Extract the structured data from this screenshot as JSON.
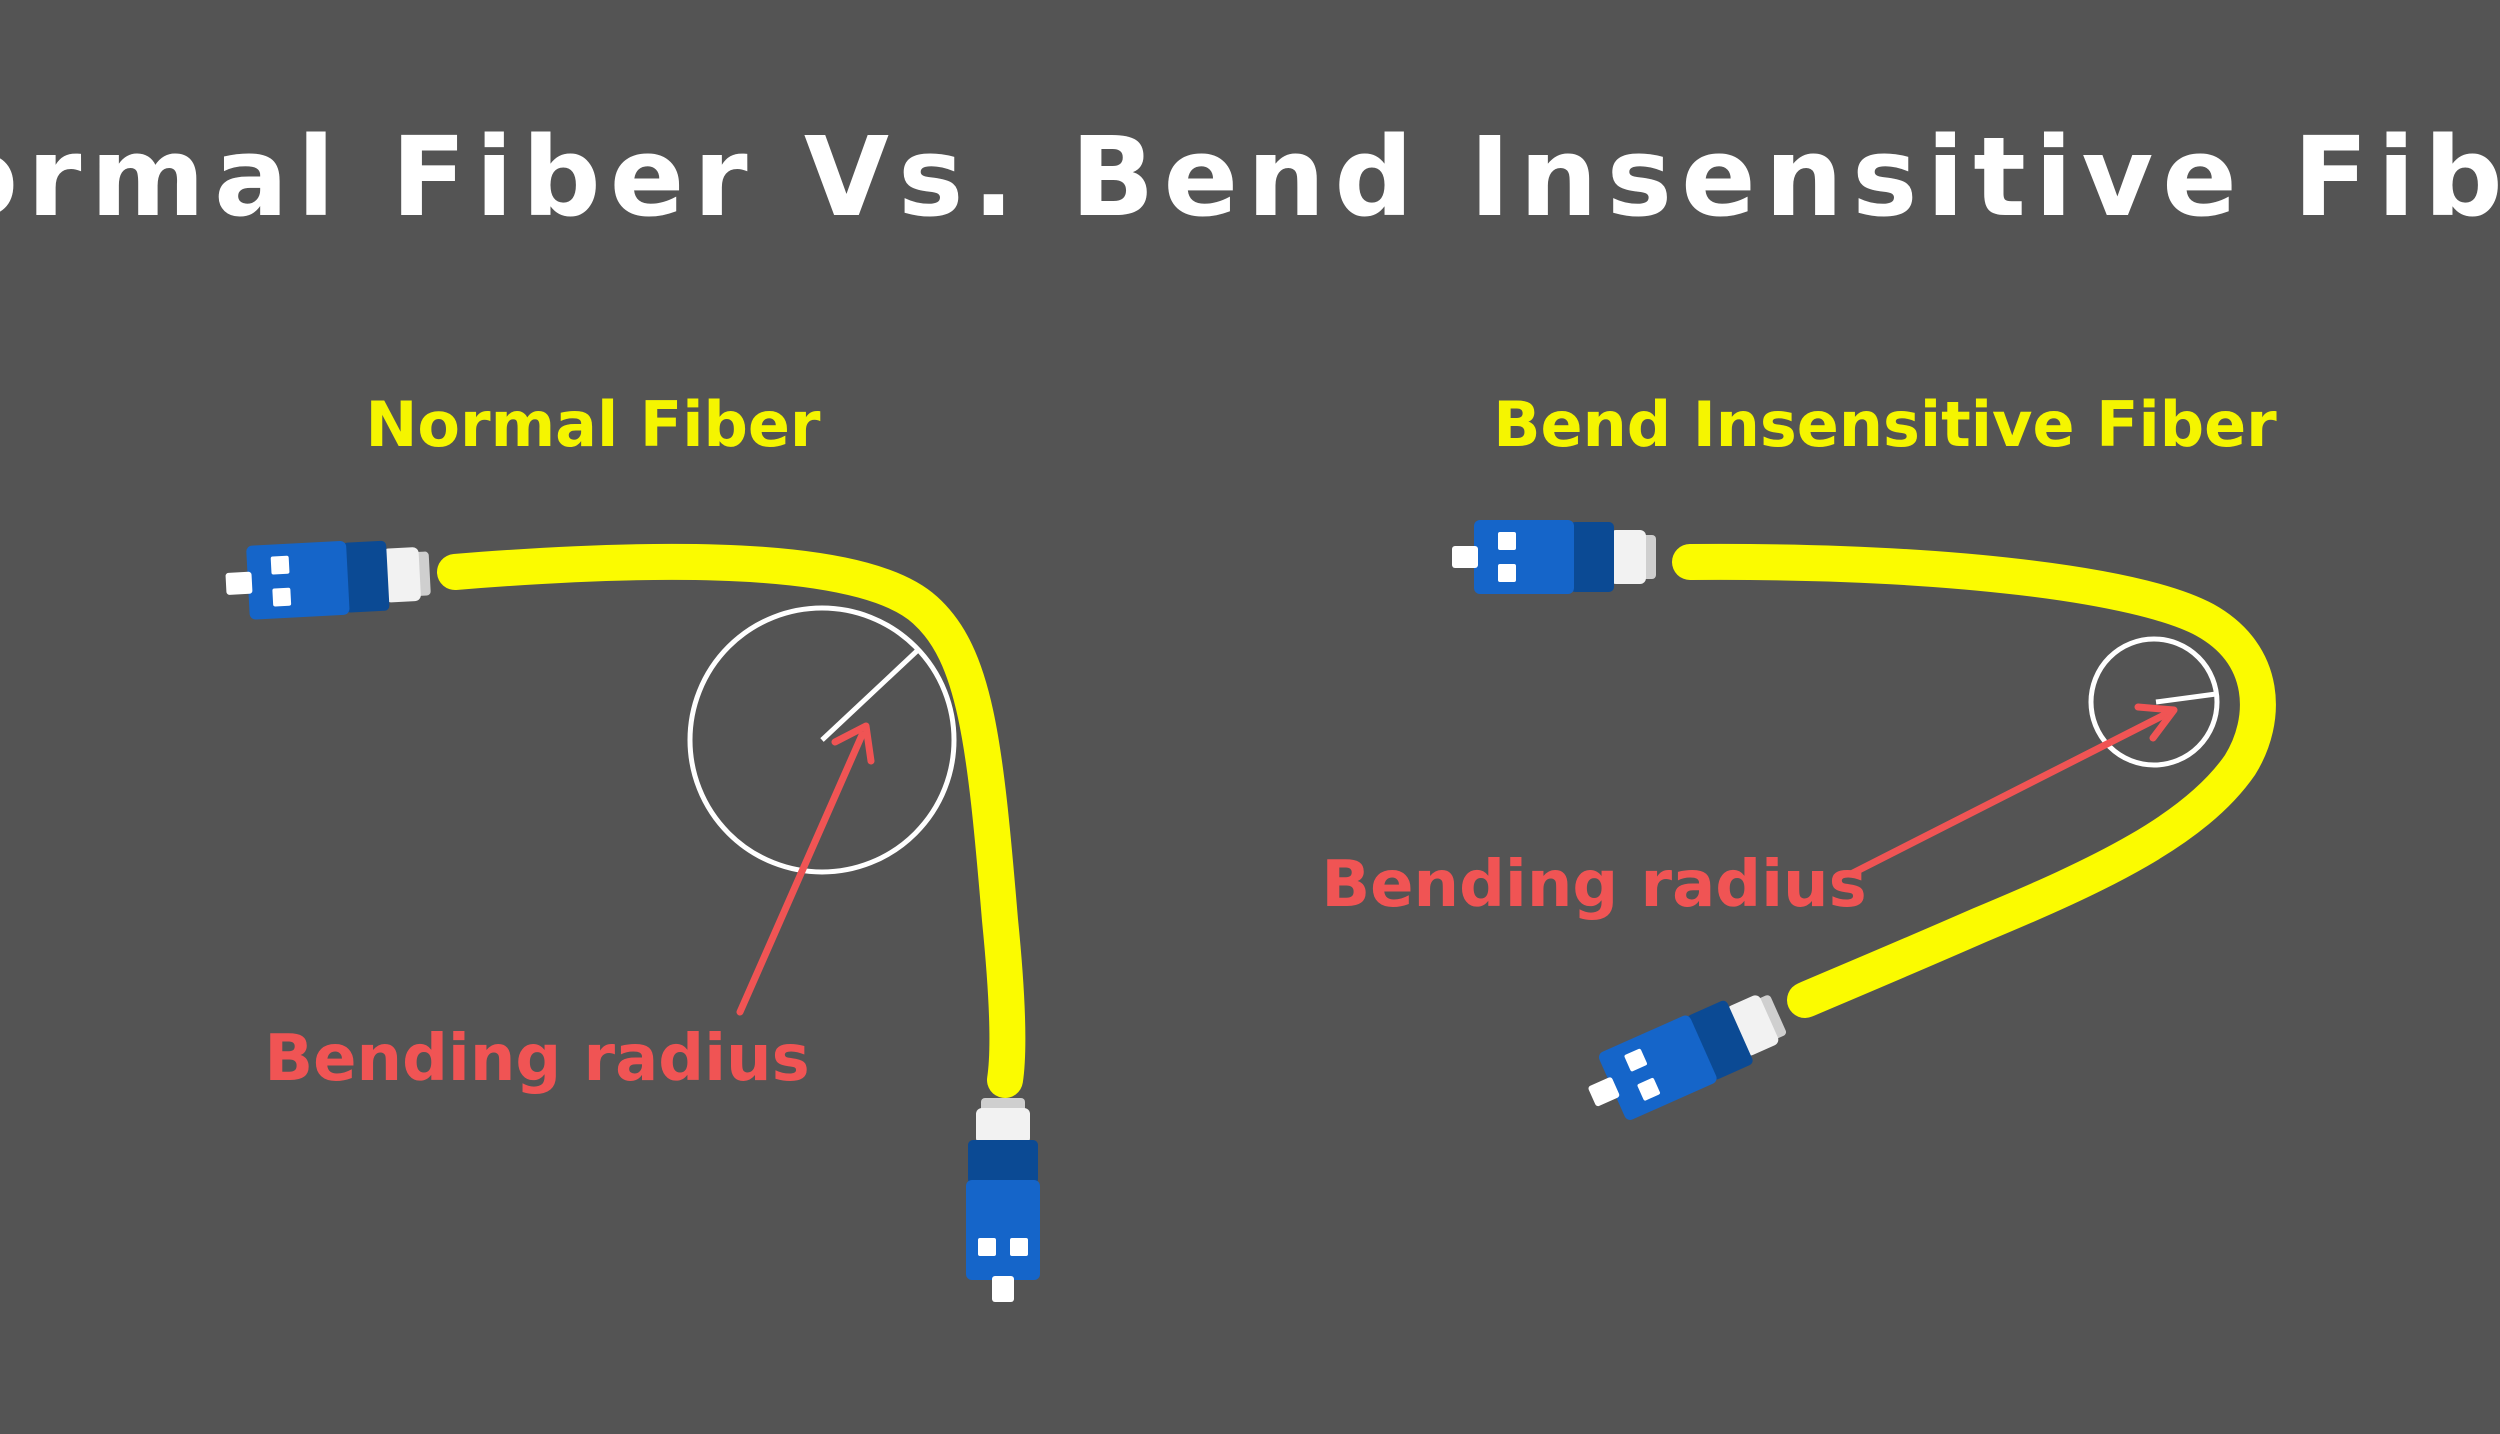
{
  "title": "Normal Fiber Vs. Bend Insensitive Fiber",
  "panels": [
    {
      "title": "Normal Fiber",
      "annotation": "Bending radius"
    },
    {
      "title": "Bend Insensitive Fiber",
      "annotation": "Bending radius"
    }
  ],
  "colors": {
    "background": "#545454",
    "title": "#ffffff",
    "panel_title": "#f5f500",
    "annotation": "#f05454",
    "cable": "#fbfb00",
    "connector": "#1565c9",
    "connector_dark": "#0b4a94",
    "bend_circle": "#ffffff"
  }
}
